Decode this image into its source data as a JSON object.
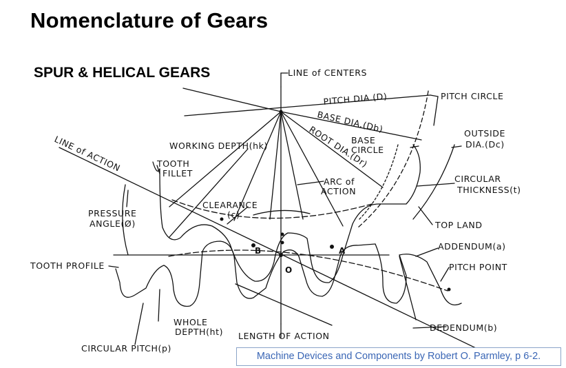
{
  "title": "Nomenclature of Gears",
  "subtitle": "SPUR & HELICAL GEARS",
  "labels": {
    "line_of_centers": "LINE of CENTERS",
    "pitch_dia": "PITCH  DIA.(D)",
    "pitch_circle": "PITCH CIRCLE",
    "base_dia": "BASE DIA.(Db)",
    "root_dia": "ROOT DIA.(Dr)",
    "outside_dia_1": "OUTSIDE",
    "outside_dia_2": "DIA.(Dc)",
    "base_circle_1": "BASE",
    "base_circle_2": "CIRCLE",
    "working_depth": "WORKING DEPTH(hk)",
    "line_of_action": "LINE of ACTION",
    "tooth_fillet_1": "TOOTH",
    "tooth_fillet_2": "FILLET",
    "arc_of_action_1": "ARC of",
    "arc_of_action_2": "ACTION",
    "circular_thickness_1": "CIRCULAR",
    "circular_thickness_2": "THICKNESS(t)",
    "clearance_1": "CLEARANCE",
    "clearance_2": "(c)",
    "pressure_angle_1": "PRESSURE",
    "pressure_angle_2": "ANGLE(Ø)",
    "top_land": "TOP LAND",
    "addendum": "ADDENDUM(a)",
    "tooth_profile": "TOOTH PROFILE",
    "pitch_point": "PITCH POINT",
    "point_b": "B",
    "point_o": "O",
    "point_a": "A",
    "whole_depth_1": "WHOLE",
    "whole_depth_2": "DEPTH(ht)",
    "length_of_action": "LENGTH OF ACTION",
    "dedendum": "DEDENDUM(b)",
    "circular_pitch": "CIRCULAR PITCH(p)"
  },
  "citation": "Machine Devices and Components by Robert O. Parmley, p 6-2."
}
